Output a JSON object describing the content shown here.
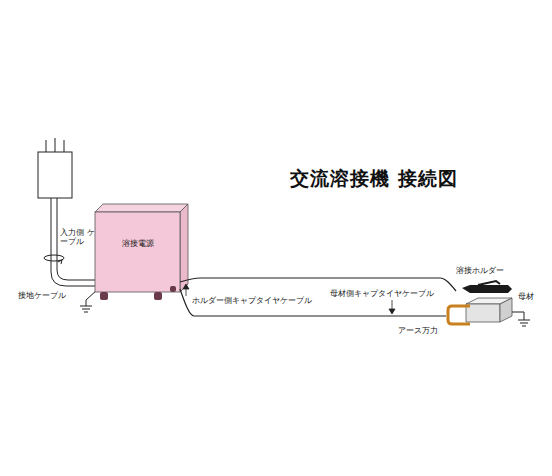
{
  "diagram": {
    "title": "交流溶接機 接続図",
    "nodes": [
      {
        "text": [
          "溶接電源"
        ]
      },
      {
        "text": [
          "溶接ホルダー"
        ]
      },
      {
        "text": [
          "母材"
        ]
      }
    ],
    "edges": [
      {
        "from": 0,
        "to": 1,
        "arrow": "none"
      },
      {
        "from": 0,
        "to": 2,
        "arrow": "none"
      }
    ],
    "labels": [
      "入力側 ケーブル",
      "接地ケーブル",
      "ホルダー側キャプタイヤケーブル",
      "母材側キャプタイヤケーブル",
      "アース万力"
    ]
  }
}
